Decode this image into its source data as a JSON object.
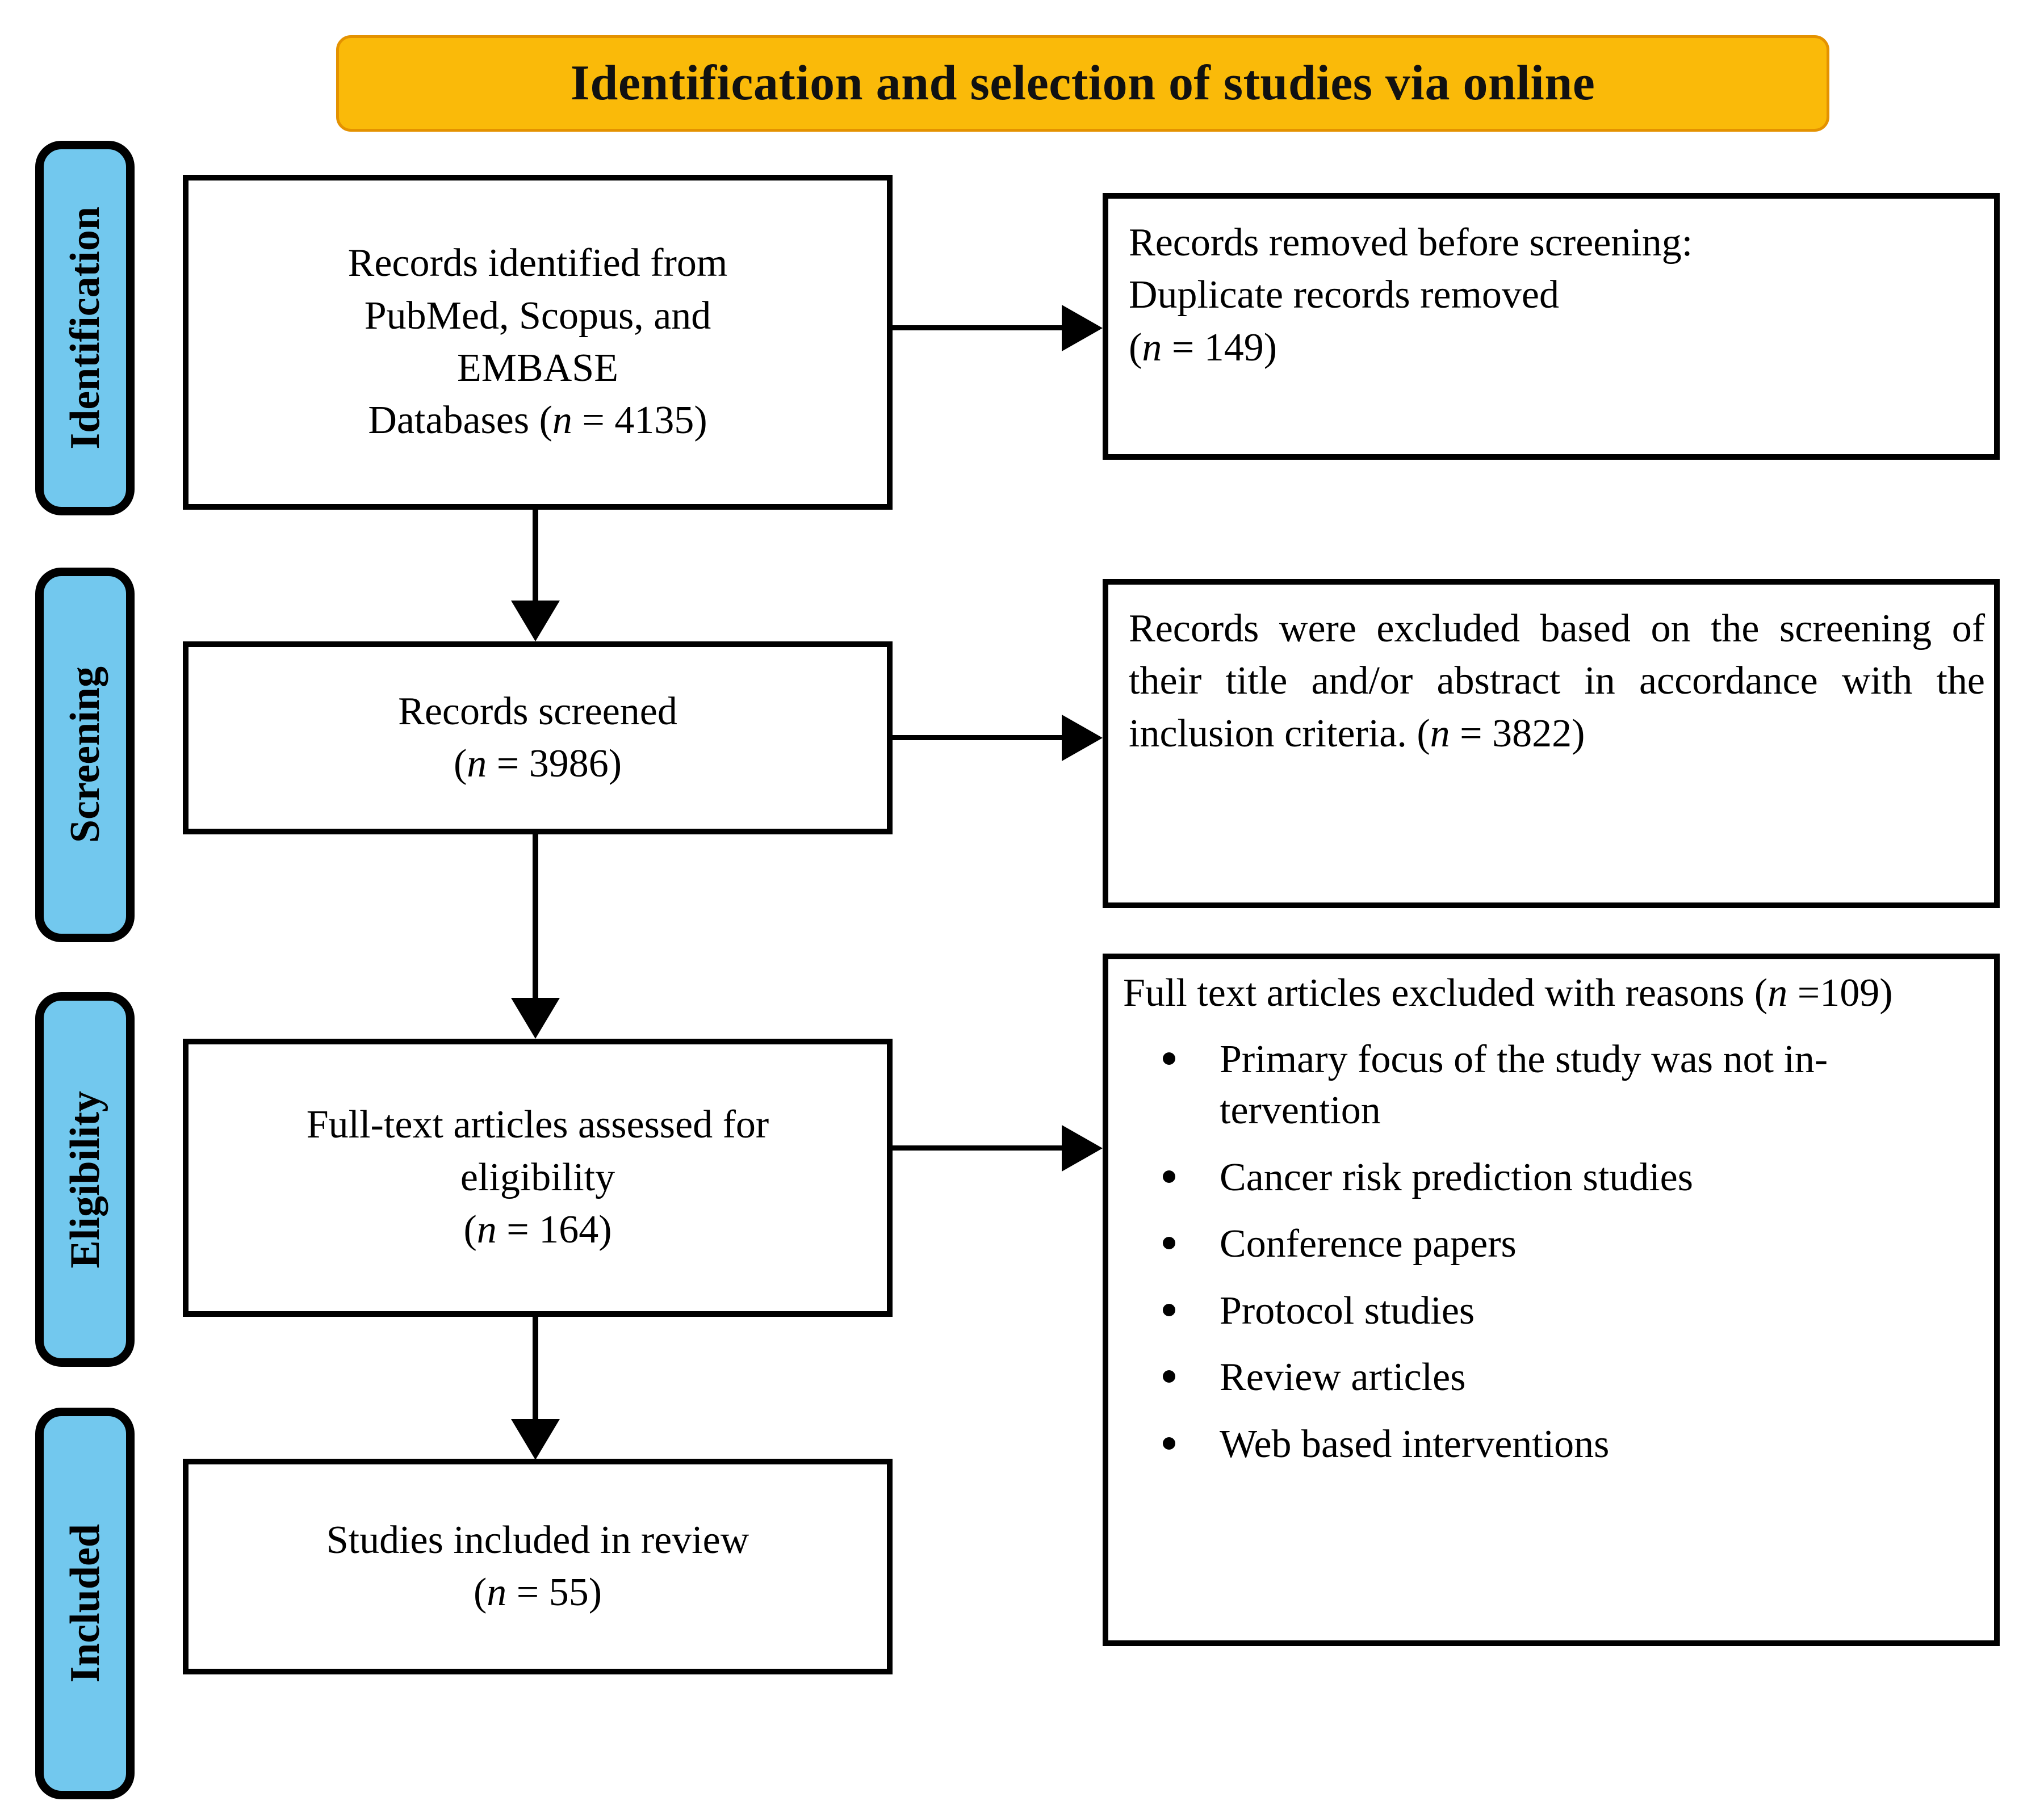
{
  "diagram": {
    "title": "Identification and selection of studies via online",
    "colors": {
      "banner_fill": "#FABA09",
      "banner_border": "#E49200",
      "stage_fill": "#72C8EE",
      "box_border": "#000000",
      "box_fill": "#FFFFFF"
    }
  },
  "stages": [
    {
      "id": "identification",
      "label": "Identification"
    },
    {
      "id": "screening",
      "label": "Screening"
    },
    {
      "id": "eligibility",
      "label": "Eligibility"
    },
    {
      "id": "included",
      "label": "Included"
    }
  ],
  "boxes": {
    "identified": {
      "line1": "Records identified from",
      "line2": "PubMed, Scopus, and",
      "line3": "EMBASE",
      "line4_pre": "Databases (",
      "line4_italic": "n",
      "line4_post": " = 4135)"
    },
    "removed": {
      "line1": "Records removed before screening:",
      "line2": "Duplicate records removed",
      "line3_pre": "(",
      "line3_italic": "n",
      "line3_post": " = 149)"
    },
    "screened": {
      "line1": "Records screened",
      "line2_pre": "(",
      "line2_italic": "n",
      "line2_post": " = 3986)"
    },
    "excluded": {
      "text_pre": "Records were excluded based on the screening of their title and/or abstract in accordance with the inclusion criteria. (",
      "text_italic": "n",
      "text_post": " = 3822)"
    },
    "fulltext": {
      "line1": "Full-text articles assessed for",
      "line2": "eligibility",
      "line3_pre": "(",
      "line3_italic": "n",
      "line3_post": " = 164)"
    },
    "reasons": {
      "heading_pre": "Full text articles excluded with reasons (",
      "heading_italic": "n",
      "heading_post": " =109)",
      "items": [
        "Primary focus of the study was not in-tervention",
        "Cancer risk prediction studies",
        "Conference papers",
        "Protocol studies",
        "Review articles",
        "Web based interventions"
      ]
    },
    "included": {
      "line1": "Studies included in review",
      "line2_pre": "(",
      "line2_italic": "n",
      "line2_post": " = 55)"
    }
  }
}
